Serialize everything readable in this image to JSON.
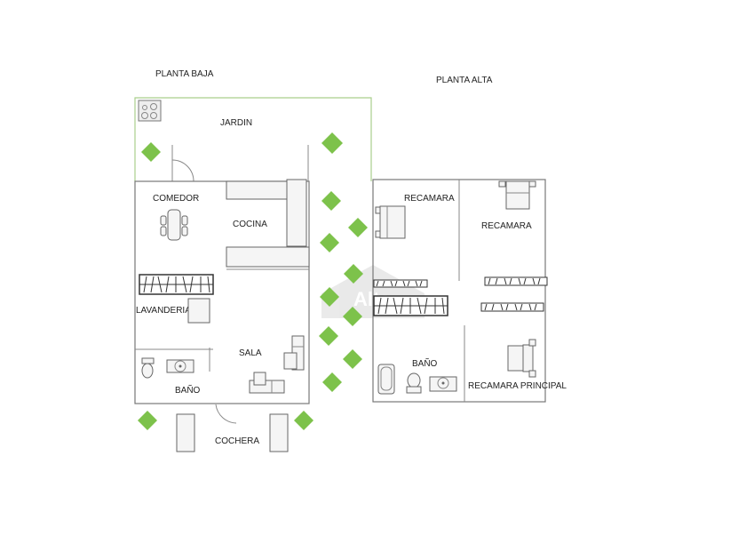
{
  "floors": {
    "ground": {
      "title": "PLANTA BAJA",
      "rooms": {
        "garden": "JARDIN",
        "dining": "COMEDOR",
        "kitchen": "COCINA",
        "laundry": "LAVANDERIA",
        "living": "SALA",
        "bathroom": "BAÑO",
        "garage": "COCHERA"
      }
    },
    "upper": {
      "title": "PLANTA ALTA",
      "rooms": {
        "bedroom1": "RECAMARA",
        "bedroom2": "RECAMARA",
        "bathroom": "BAÑO",
        "master": "RECAMARA PRINCIPAL"
      }
    }
  },
  "watermark": "Alta",
  "colors": {
    "plant": "#7dc24b",
    "garden_wall": "#a9cf8c",
    "wall": "#777777"
  }
}
